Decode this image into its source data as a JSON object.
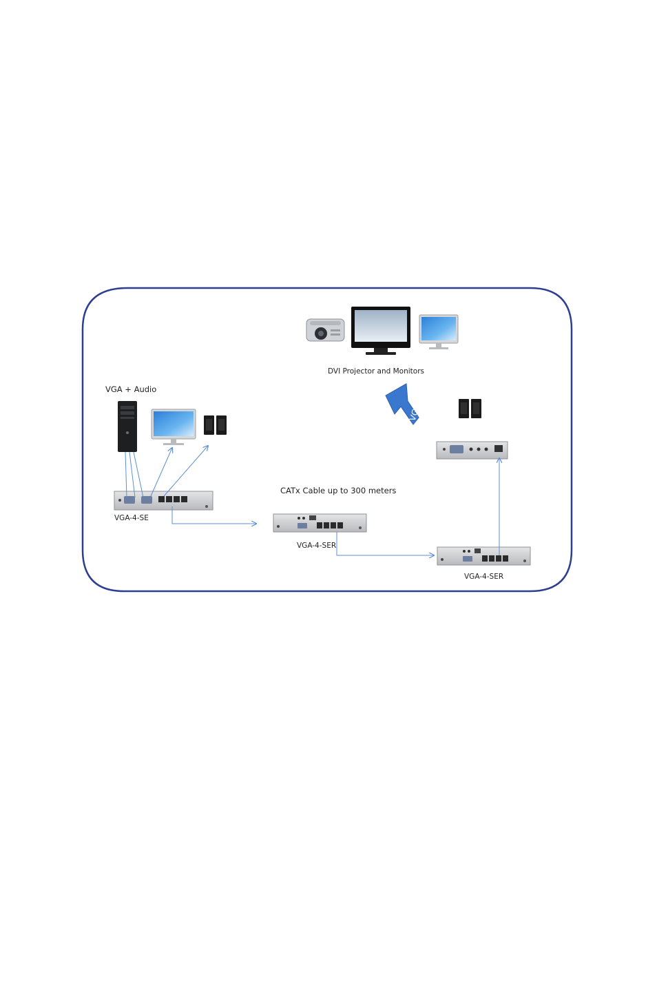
{
  "labels": {
    "source_group": "VGA + Audio",
    "display_group": "DVI Projector and Monitors",
    "cable_note": "CATx Cable up to 300 meters",
    "sender_unit": "VGA-4-SE",
    "receiver_unit_1": "VGA-4-SER",
    "receiver_unit_2": "VGA-4-SER",
    "arrow_text": "VGA"
  },
  "colors": {
    "frame": "#2e3f8f",
    "connection": "#5b8fd6",
    "arrow_fill": "#3a78cf",
    "device_body": "#c9cacc"
  }
}
